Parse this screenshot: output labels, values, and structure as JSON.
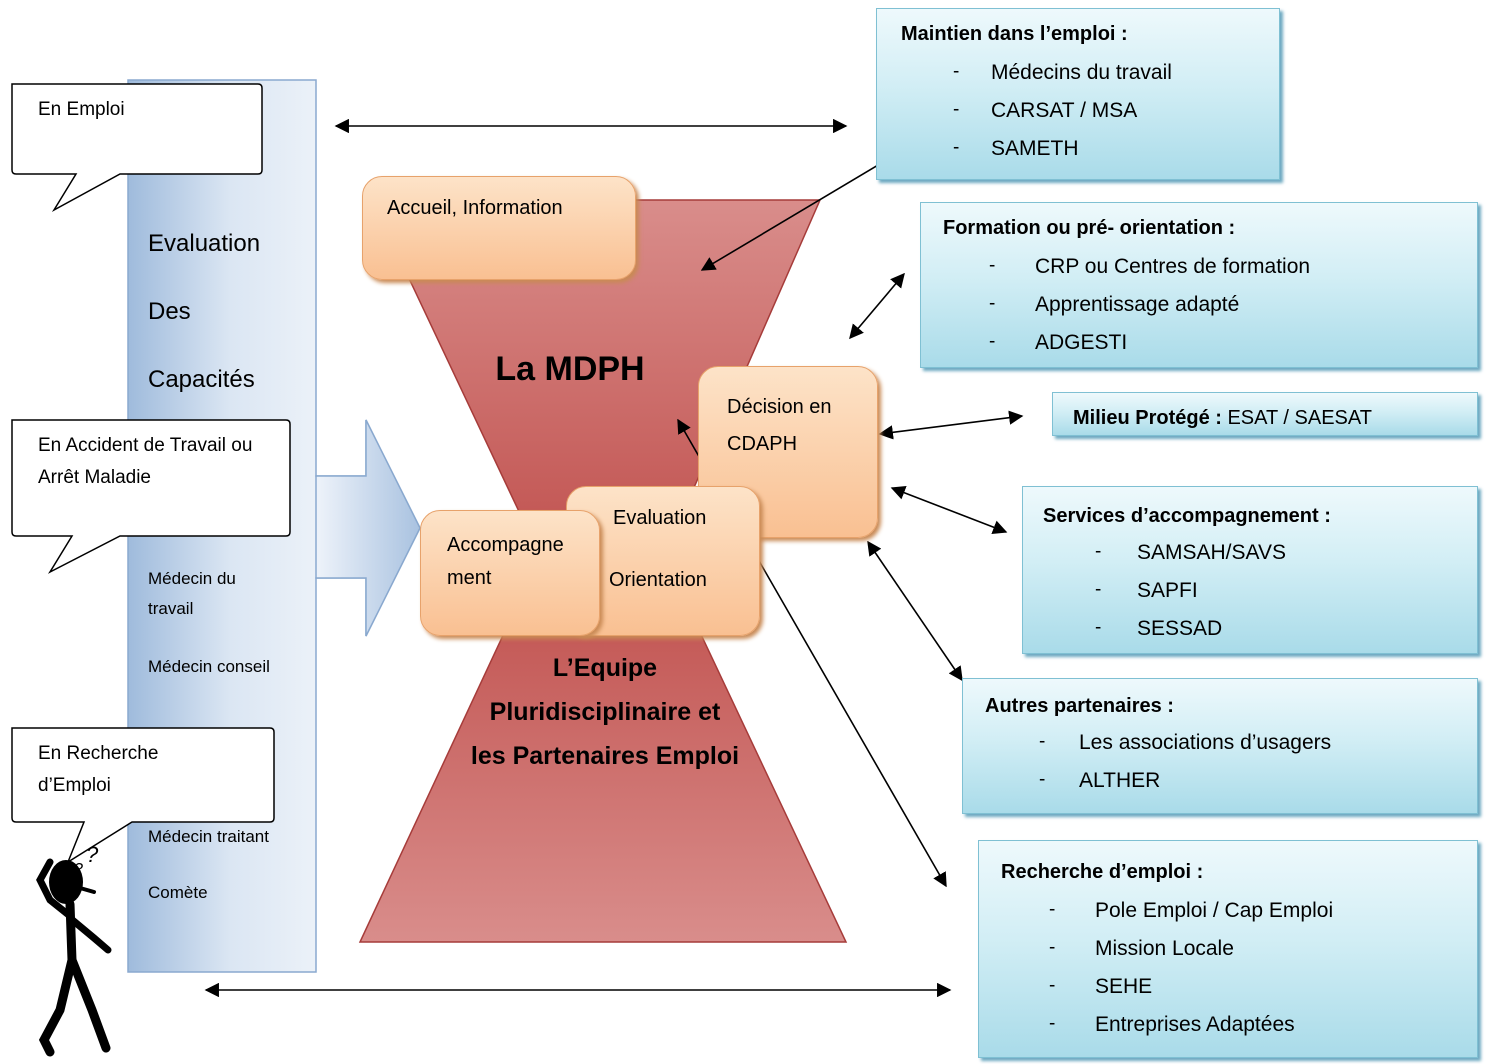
{
  "left_column": {
    "title_lines": [
      "Evaluation",
      "Des",
      "Capacités"
    ],
    "actors": [
      "Médecin du travail",
      "Médecin conseil",
      "Médecin traitant",
      "Comète"
    ]
  },
  "situations": [
    {
      "label": "En Emploi"
    },
    {
      "label": "En Accident de Travail ou Arrêt Maladie"
    },
    {
      "label": "En Recherche d’Emploi"
    }
  ],
  "center": {
    "title": "La MDPH",
    "team": "L’Equipe Pluridisciplinaire et les Partenaires Emploi",
    "steps": {
      "accueil": "Accueil, Information",
      "decision": "Décision en CDAPH",
      "evaluation": "Evaluation",
      "orientation": "Orientation",
      "accompagnement": "Accompagnement"
    }
  },
  "partners": [
    {
      "title": "Maintien dans l’emploi :",
      "items": [
        "Médecins du travail",
        "CARSAT / MSA",
        "SAMETH"
      ]
    },
    {
      "title": "Formation ou pré- orientation :",
      "items": [
        "CRP ou Centres de formation",
        "Apprentissage adapté",
        "ADGESTI"
      ]
    },
    {
      "title": "Milieu Protégé :",
      "title_suffix": "ESAT / SAESAT",
      "items": []
    },
    {
      "title": "Services d’accompagnement :",
      "items": [
        "SAMSAH/SAVS",
        "SAPFI",
        "SESSAD"
      ]
    },
    {
      "title": "Autres partenaires :",
      "items": [
        "Les associations d’usagers",
        "ALTHER"
      ]
    },
    {
      "title": "Recherche d’emploi :",
      "items": [
        "Pole Emploi / Cap Emploi",
        "Mission Locale",
        "SEHE",
        "Entreprises Adaptées"
      ]
    }
  ],
  "colors": {
    "mdph": "#c0504d",
    "steps": "#f9c092",
    "cards": "#b7e1ec",
    "column": "#b8cce4"
  }
}
